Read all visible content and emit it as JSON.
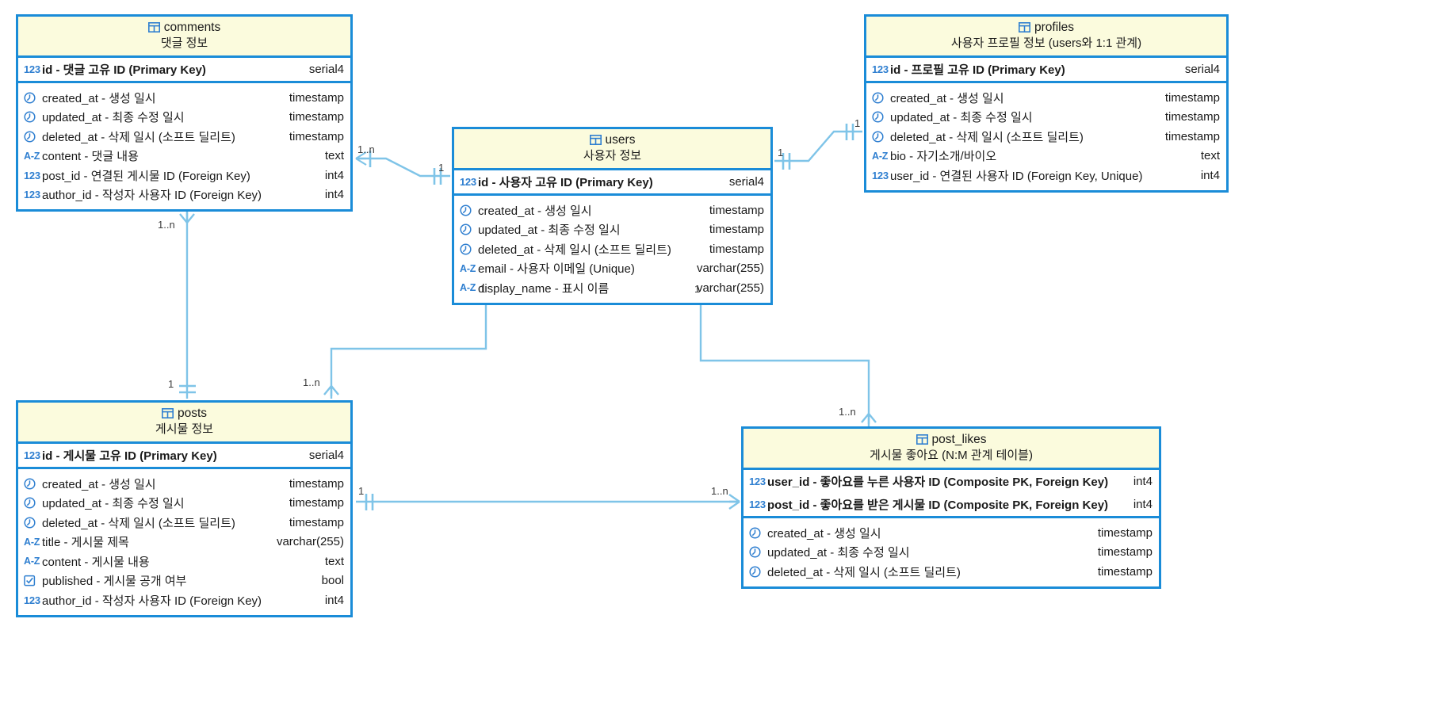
{
  "diagram": {
    "kind": "er-diagram",
    "notation": "crow's foot",
    "colors": {
      "border": "#1a8cd8",
      "header_fill": "#fbfbdd",
      "body_fill": "#ffffff",
      "icon_blue": "#2f7fd0",
      "connector": "#7fc4e8",
      "text": "#1a1a1a"
    }
  },
  "entities": [
    {
      "id": "comments",
      "name": "comments",
      "comment": "댓글 정보",
      "pk": {
        "icon": "number-icon",
        "label": "id - 댓글 고유 ID (Primary Key)",
        "type": "serial4"
      },
      "columns": [
        {
          "icon": "clock-icon",
          "label": "created_at - 생성 일시",
          "type": "timestamp"
        },
        {
          "icon": "clock-icon",
          "label": "updated_at - 최종 수정 일시",
          "type": "timestamp"
        },
        {
          "icon": "clock-icon",
          "label": "deleted_at - 삭제 일시 (소프트 딜리트)",
          "type": "timestamp"
        },
        {
          "icon": "text-icon",
          "label": "content - 댓글 내용",
          "type": "text"
        },
        {
          "icon": "number-icon",
          "label": "post_id - 연결된 게시물 ID (Foreign Key)",
          "type": "int4"
        },
        {
          "icon": "number-icon",
          "label": "author_id - 작성자 사용자 ID (Foreign Key)",
          "type": "int4"
        }
      ]
    },
    {
      "id": "users",
      "name": "users",
      "comment": "사용자 정보",
      "pk": {
        "icon": "number-icon",
        "label": "id - 사용자 고유 ID (Primary Key)",
        "type": "serial4"
      },
      "columns": [
        {
          "icon": "clock-icon",
          "label": "created_at - 생성 일시",
          "type": "timestamp"
        },
        {
          "icon": "clock-icon",
          "label": "updated_at - 최종 수정 일시",
          "type": "timestamp"
        },
        {
          "icon": "clock-icon",
          "label": "deleted_at - 삭제 일시 (소프트 딜리트)",
          "type": "timestamp"
        },
        {
          "icon": "text-icon",
          "label": "email - 사용자 이메일 (Unique)",
          "type": "varchar(255)"
        },
        {
          "icon": "text-icon",
          "label": "display_name - 표시 이름",
          "type": "varchar(255)"
        }
      ]
    },
    {
      "id": "profiles",
      "name": "profiles",
      "comment": "사용자 프로필 정보 (users와 1:1 관계)",
      "pk": {
        "icon": "number-icon",
        "label": "id - 프로필 고유 ID (Primary Key)",
        "type": "serial4"
      },
      "columns": [
        {
          "icon": "clock-icon",
          "label": "created_at - 생성 일시",
          "type": "timestamp"
        },
        {
          "icon": "clock-icon",
          "label": "updated_at - 최종 수정 일시",
          "type": "timestamp"
        },
        {
          "icon": "clock-icon",
          "label": "deleted_at - 삭제 일시 (소프트 딜리트)",
          "type": "timestamp"
        },
        {
          "icon": "text-icon",
          "label": "bio - 자기소개/바이오",
          "type": "text"
        },
        {
          "icon": "number-icon",
          "label": "user_id - 연결된 사용자 ID (Foreign Key, Unique)",
          "type": "int4"
        }
      ]
    },
    {
      "id": "posts",
      "name": "posts",
      "comment": "게시물 정보",
      "pk": {
        "icon": "number-icon",
        "label": "id - 게시물 고유 ID (Primary Key)",
        "type": "serial4"
      },
      "columns": [
        {
          "icon": "clock-icon",
          "label": "created_at - 생성 일시",
          "type": "timestamp"
        },
        {
          "icon": "clock-icon",
          "label": "updated_at - 최종 수정 일시",
          "type": "timestamp"
        },
        {
          "icon": "clock-icon",
          "label": "deleted_at - 삭제 일시 (소프트 딜리트)",
          "type": "timestamp"
        },
        {
          "icon": "text-icon",
          "label": "title - 게시물 제목",
          "type": "varchar(255)"
        },
        {
          "icon": "text-icon",
          "label": "content - 게시물 내용",
          "type": "text"
        },
        {
          "icon": "checkbox-icon",
          "label": "published - 게시물 공개 여부",
          "type": "bool"
        },
        {
          "icon": "number-icon",
          "label": "author_id - 작성자 사용자 ID (Foreign Key)",
          "type": "int4"
        }
      ]
    },
    {
      "id": "post_likes",
      "name": "post_likes",
      "comment": "게시물 좋아요 (N:M 관계 테이블)",
      "pk_group": [
        {
          "icon": "number-icon",
          "label": "user_id - 좋아요를 누른 사용자 ID (Composite PK, Foreign Key)",
          "type": "int4"
        },
        {
          "icon": "number-icon",
          "label": "post_id - 좋아요를 받은 게시물 ID (Composite PK, Foreign Key)",
          "type": "int4"
        }
      ],
      "columns": [
        {
          "icon": "clock-icon",
          "label": "created_at - 생성 일시",
          "type": "timestamp"
        },
        {
          "icon": "clock-icon",
          "label": "updated_at - 최종 수정 일시",
          "type": "timestamp"
        },
        {
          "icon": "clock-icon",
          "label": "deleted_at - 삭제 일시 (소프트 딜리트)",
          "type": "timestamp"
        }
      ]
    }
  ],
  "relationships": [
    {
      "id": "comments-users",
      "from": "comments",
      "to": "users",
      "from_card": "1..n",
      "to_card": "1"
    },
    {
      "id": "profiles-users",
      "from": "profiles",
      "to": "users",
      "from_card": "1",
      "to_card": "1"
    },
    {
      "id": "comments-posts",
      "from": "comments",
      "to": "posts",
      "from_card": "1..n",
      "to_card": "1"
    },
    {
      "id": "posts-users",
      "from": "posts",
      "to": "users",
      "from_card": "1..n",
      "to_card": "1"
    },
    {
      "id": "postlikes-users",
      "from": "post_likes",
      "to": "users",
      "from_card": "1..n",
      "to_card": "1"
    },
    {
      "id": "postlikes-posts",
      "from": "post_likes",
      "to": "posts",
      "from_card": "1..n",
      "to_card": "1"
    }
  ],
  "cardinality_labels": {
    "comments_to_users": "1..n",
    "users_to_comments": "1",
    "profiles_to_users": "1",
    "users_to_profiles": "1",
    "comments_to_posts": "1..n",
    "posts_to_comments": "1",
    "posts_to_users": "1..n",
    "users_to_posts": "1",
    "postlikes_to_users": "1..n",
    "users_to_postlikes": "1",
    "postlikes_to_posts": "1..n",
    "posts_to_postlikes": "1"
  }
}
